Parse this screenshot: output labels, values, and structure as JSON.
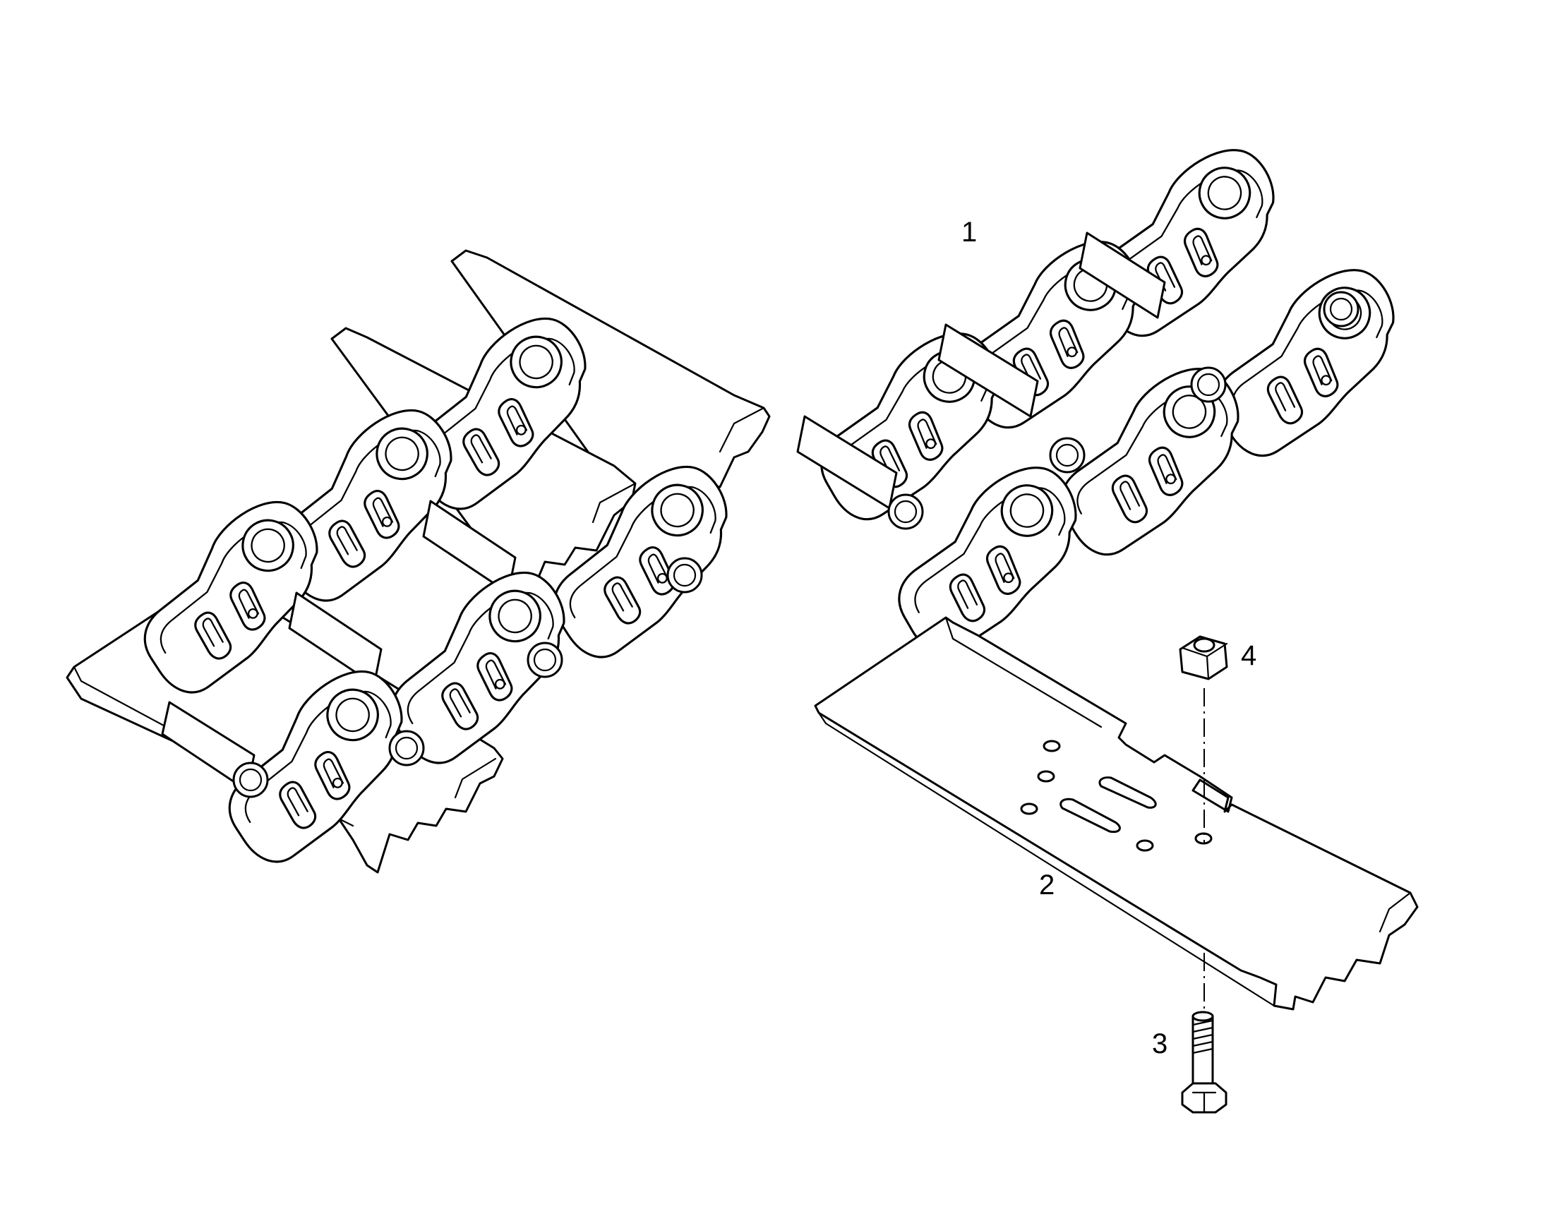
{
  "diagram": {
    "callouts": [
      {
        "id": "1",
        "text": "1",
        "part": "track-link-chain"
      },
      {
        "id": "2",
        "text": "2",
        "part": "track-shoe"
      },
      {
        "id": "3",
        "text": "3",
        "part": "shoe-bolt"
      },
      {
        "id": "4",
        "text": "4",
        "part": "shoe-nut"
      }
    ],
    "colors": {
      "line": "#000000",
      "background": "#ffffff"
    }
  }
}
